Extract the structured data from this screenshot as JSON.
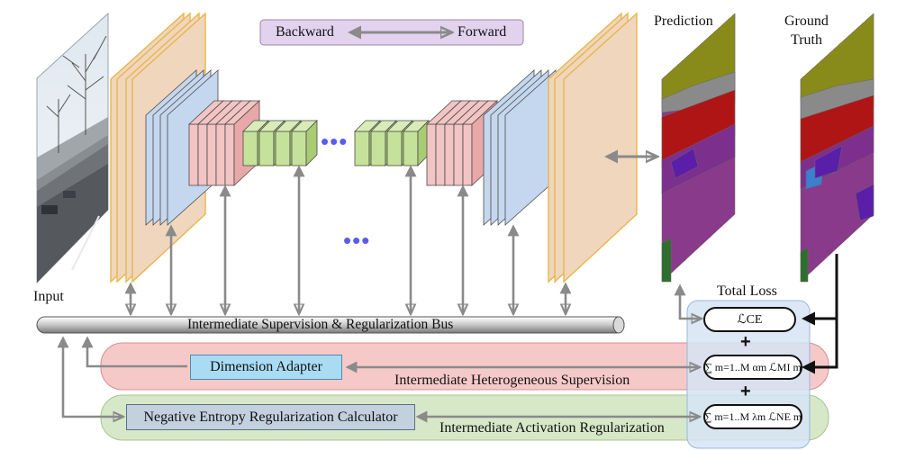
{
  "legend": {
    "backward": "Backward",
    "forward": "Forward"
  },
  "labels": {
    "input": "Input",
    "prediction": "Prediction",
    "ground_truth_line1": "Ground",
    "ground_truth_line2": "Truth",
    "total_loss": "Total Loss",
    "bus": "Intermediate Supervision & Regularization Bus",
    "dimension_adapter": "Dimension Adapter",
    "heterogeneous_supervision": "Intermediate Heterogeneous Supervision",
    "neg_entropy_calc": "Negative Entropy Regularization Calculator",
    "activation_regularization": "Intermediate Activation Regularization",
    "ellipsis": "•••"
  },
  "losses": {
    "ce": "ℒCE",
    "mi": "∑ m=1..M αm ℒMI m",
    "ne": "∑ m=1..M λm ℒNE m",
    "plus": "+"
  },
  "colors": {
    "orange_face": "#f0d6bd",
    "orange_edge": "#e8b64c",
    "blue_face": "#c4d7ee",
    "pink_face": "#f2c4c4",
    "green_face": "#c6e29a",
    "arrow": "#8a8a8a",
    "legend_bg": "#e2d2ee",
    "band_pink": "#f6c9c9",
    "band_green": "#d6e8c8",
    "total_loss_bg": "#d6e4f5",
    "adapter_bg": "#a9dcf3",
    "calc_bg": "#c3d0de"
  }
}
